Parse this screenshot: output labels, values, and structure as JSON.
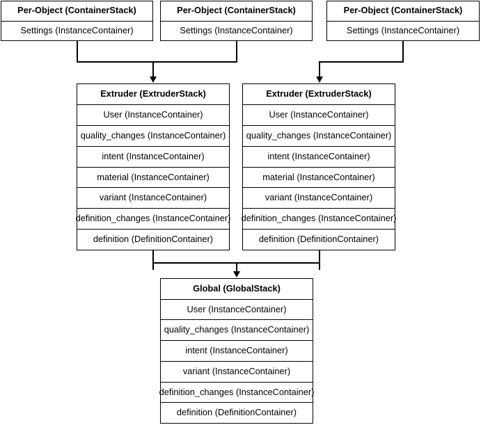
{
  "diagram": {
    "title": "Cura container stack hierarchy",
    "type": "flowchart",
    "stroke_color": "#000000",
    "background_color": "#ffffff",
    "per_object_stacks": [
      {
        "id": "per-object-1",
        "header": "Per-Object (ContainerStack)",
        "rows": [
          "Settings (InstanceContainer)"
        ]
      },
      {
        "id": "per-object-2",
        "header": "Per-Object (ContainerStack)",
        "rows": [
          "Settings (InstanceContainer)"
        ]
      },
      {
        "id": "per-object-3",
        "header": "Per-Object (ContainerStack)",
        "rows": [
          "Settings (InstanceContainer)"
        ]
      }
    ],
    "extruder_stacks": [
      {
        "id": "extruder-1",
        "header": "Extruder (ExtruderStack)",
        "rows": [
          "User (InstanceContainer)",
          "quality_changes (InstanceContainer)",
          "intent (InstanceContainer)",
          "material (InstanceContainer)",
          "variant (InstanceContainer)",
          "definition_changes (InstanceContainer)",
          "definition (DefinitionContainer)"
        ]
      },
      {
        "id": "extruder-2",
        "header": "Extruder (ExtruderStack)",
        "rows": [
          "User (InstanceContainer)",
          "quality_changes (InstanceContainer)",
          "intent (InstanceContainer)",
          "material (InstanceContainer)",
          "variant (InstanceContainer)",
          "definition_changes (InstanceContainer)",
          "definition (DefinitionContainer)"
        ]
      }
    ],
    "global_stack": {
      "id": "global",
      "header": "Global (GlobalStack)",
      "rows": [
        "User (InstanceContainer)",
        "quality_changes (InstanceContainer)",
        "intent (InstanceContainer)",
        "variant (InstanceContainer)",
        "definition_changes (InstanceContainer)",
        "definition (DefinitionContainer)"
      ]
    }
  }
}
